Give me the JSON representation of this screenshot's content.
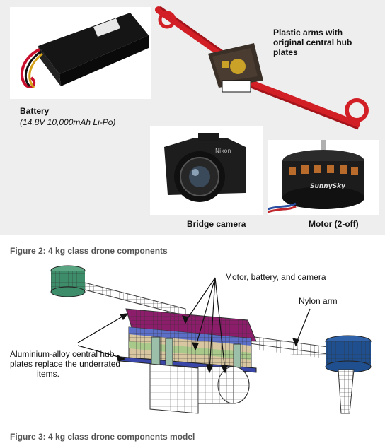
{
  "figure2": {
    "caption": "Figure 2: 4 kg class drone components",
    "battery_label": "Battery",
    "battery_spec": "(14.8V 10,000mAh Li-Po)",
    "frame_label_line1": "Plastic arms with",
    "frame_label_line2": "original central hub",
    "frame_label_line3": "plates",
    "camera_label": "Bridge camera",
    "motor_label": "Motor (2-off)",
    "camera_brand": "Nikon",
    "motor_brand": "SunnySky"
  },
  "figure3": {
    "caption": "Figure 3: 4 kg class drone components model",
    "components_label": "Motor, battery, and camera",
    "arm_label": "Nylon arm",
    "hub_label_line1": "Aluminium-alloy central hub",
    "hub_label_line2": "plates replace the underrated",
    "hub_label_line3": "items."
  },
  "colors": {
    "frame_red": "#d21f26",
    "pcb_dark": "#3a3028",
    "mesh_green": "#3d8c6a",
    "mesh_blue": "#1f4f8f",
    "mesh_magenta": "#8c1d6a",
    "caption_gray": "#555555"
  }
}
